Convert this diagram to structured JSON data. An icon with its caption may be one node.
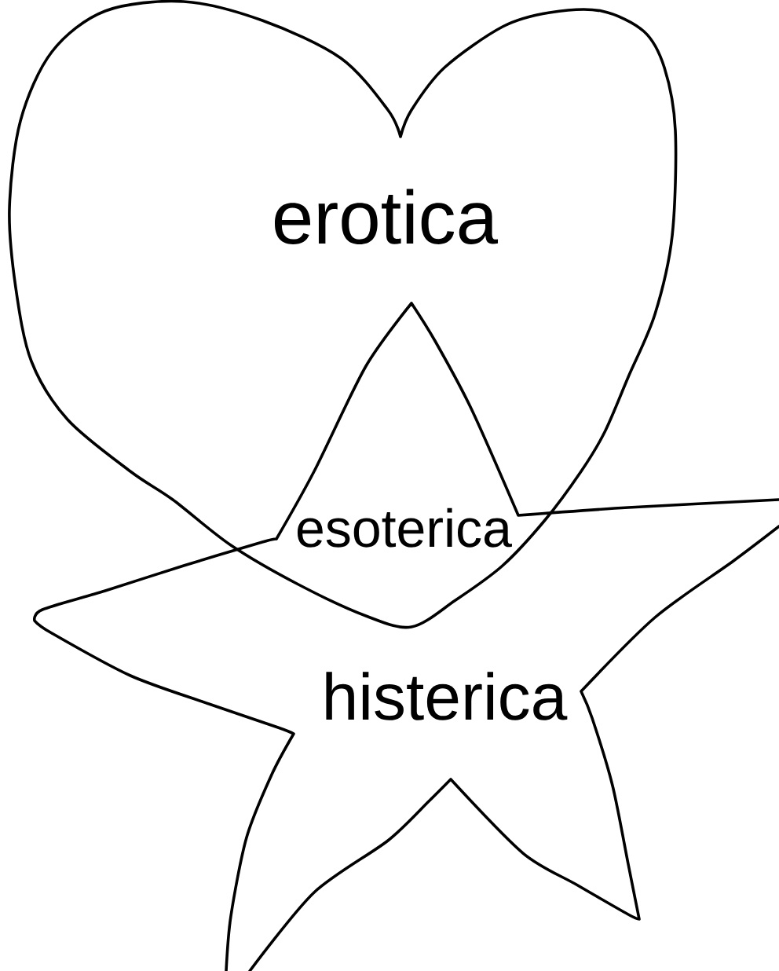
{
  "diagram": {
    "nodes": [
      {
        "text": [
          "erotica"
        ]
      },
      {
        "text": [
          "histerica"
        ]
      }
    ],
    "labels": [
      "esoterica"
    ]
  }
}
